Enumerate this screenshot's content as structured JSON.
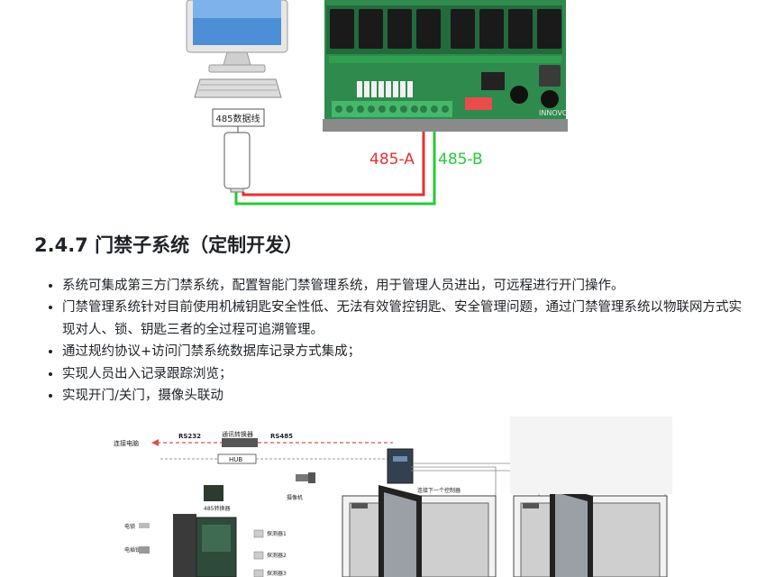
{
  "figure_top": {
    "cable_label": "485数据线",
    "label_a": "485-A",
    "label_b": "485-B",
    "board_brand": "INNOVO"
  },
  "section": {
    "title": "2.4.7 门禁子系统（定制开发）"
  },
  "bullets": [
    "系统可集成第三方门禁系统，配置智能门禁管理系统，用于管理人员进出，可远程进行开门操作。",
    "门禁管理系统针对目前使用机械钥匙安全性低、无法有效管控钥匙、安全管理问题，通过门禁管理系统以物联网方式实现对人、锁、钥匙三者的全过程可追溯管理。",
    "通过规约协议+访问门禁系统数据库记录方式集成；",
    "实现人员出入记录跟踪浏览；",
    "实现开门/关门，摄像头联动"
  ],
  "figure_bottom": {
    "rs232": "RS232",
    "converter": "通讯转换器",
    "rs485": "RS485",
    "computer": "连接电脑",
    "hub": "HUB",
    "camera": "摄像机",
    "converter485": "485转换器",
    "next_controller": "连接下一个控制器",
    "lock": "电锁",
    "button": "电插锁",
    "sensor1": "探测器1",
    "sensor2": "探测器2",
    "sensor3": "探测器3"
  }
}
